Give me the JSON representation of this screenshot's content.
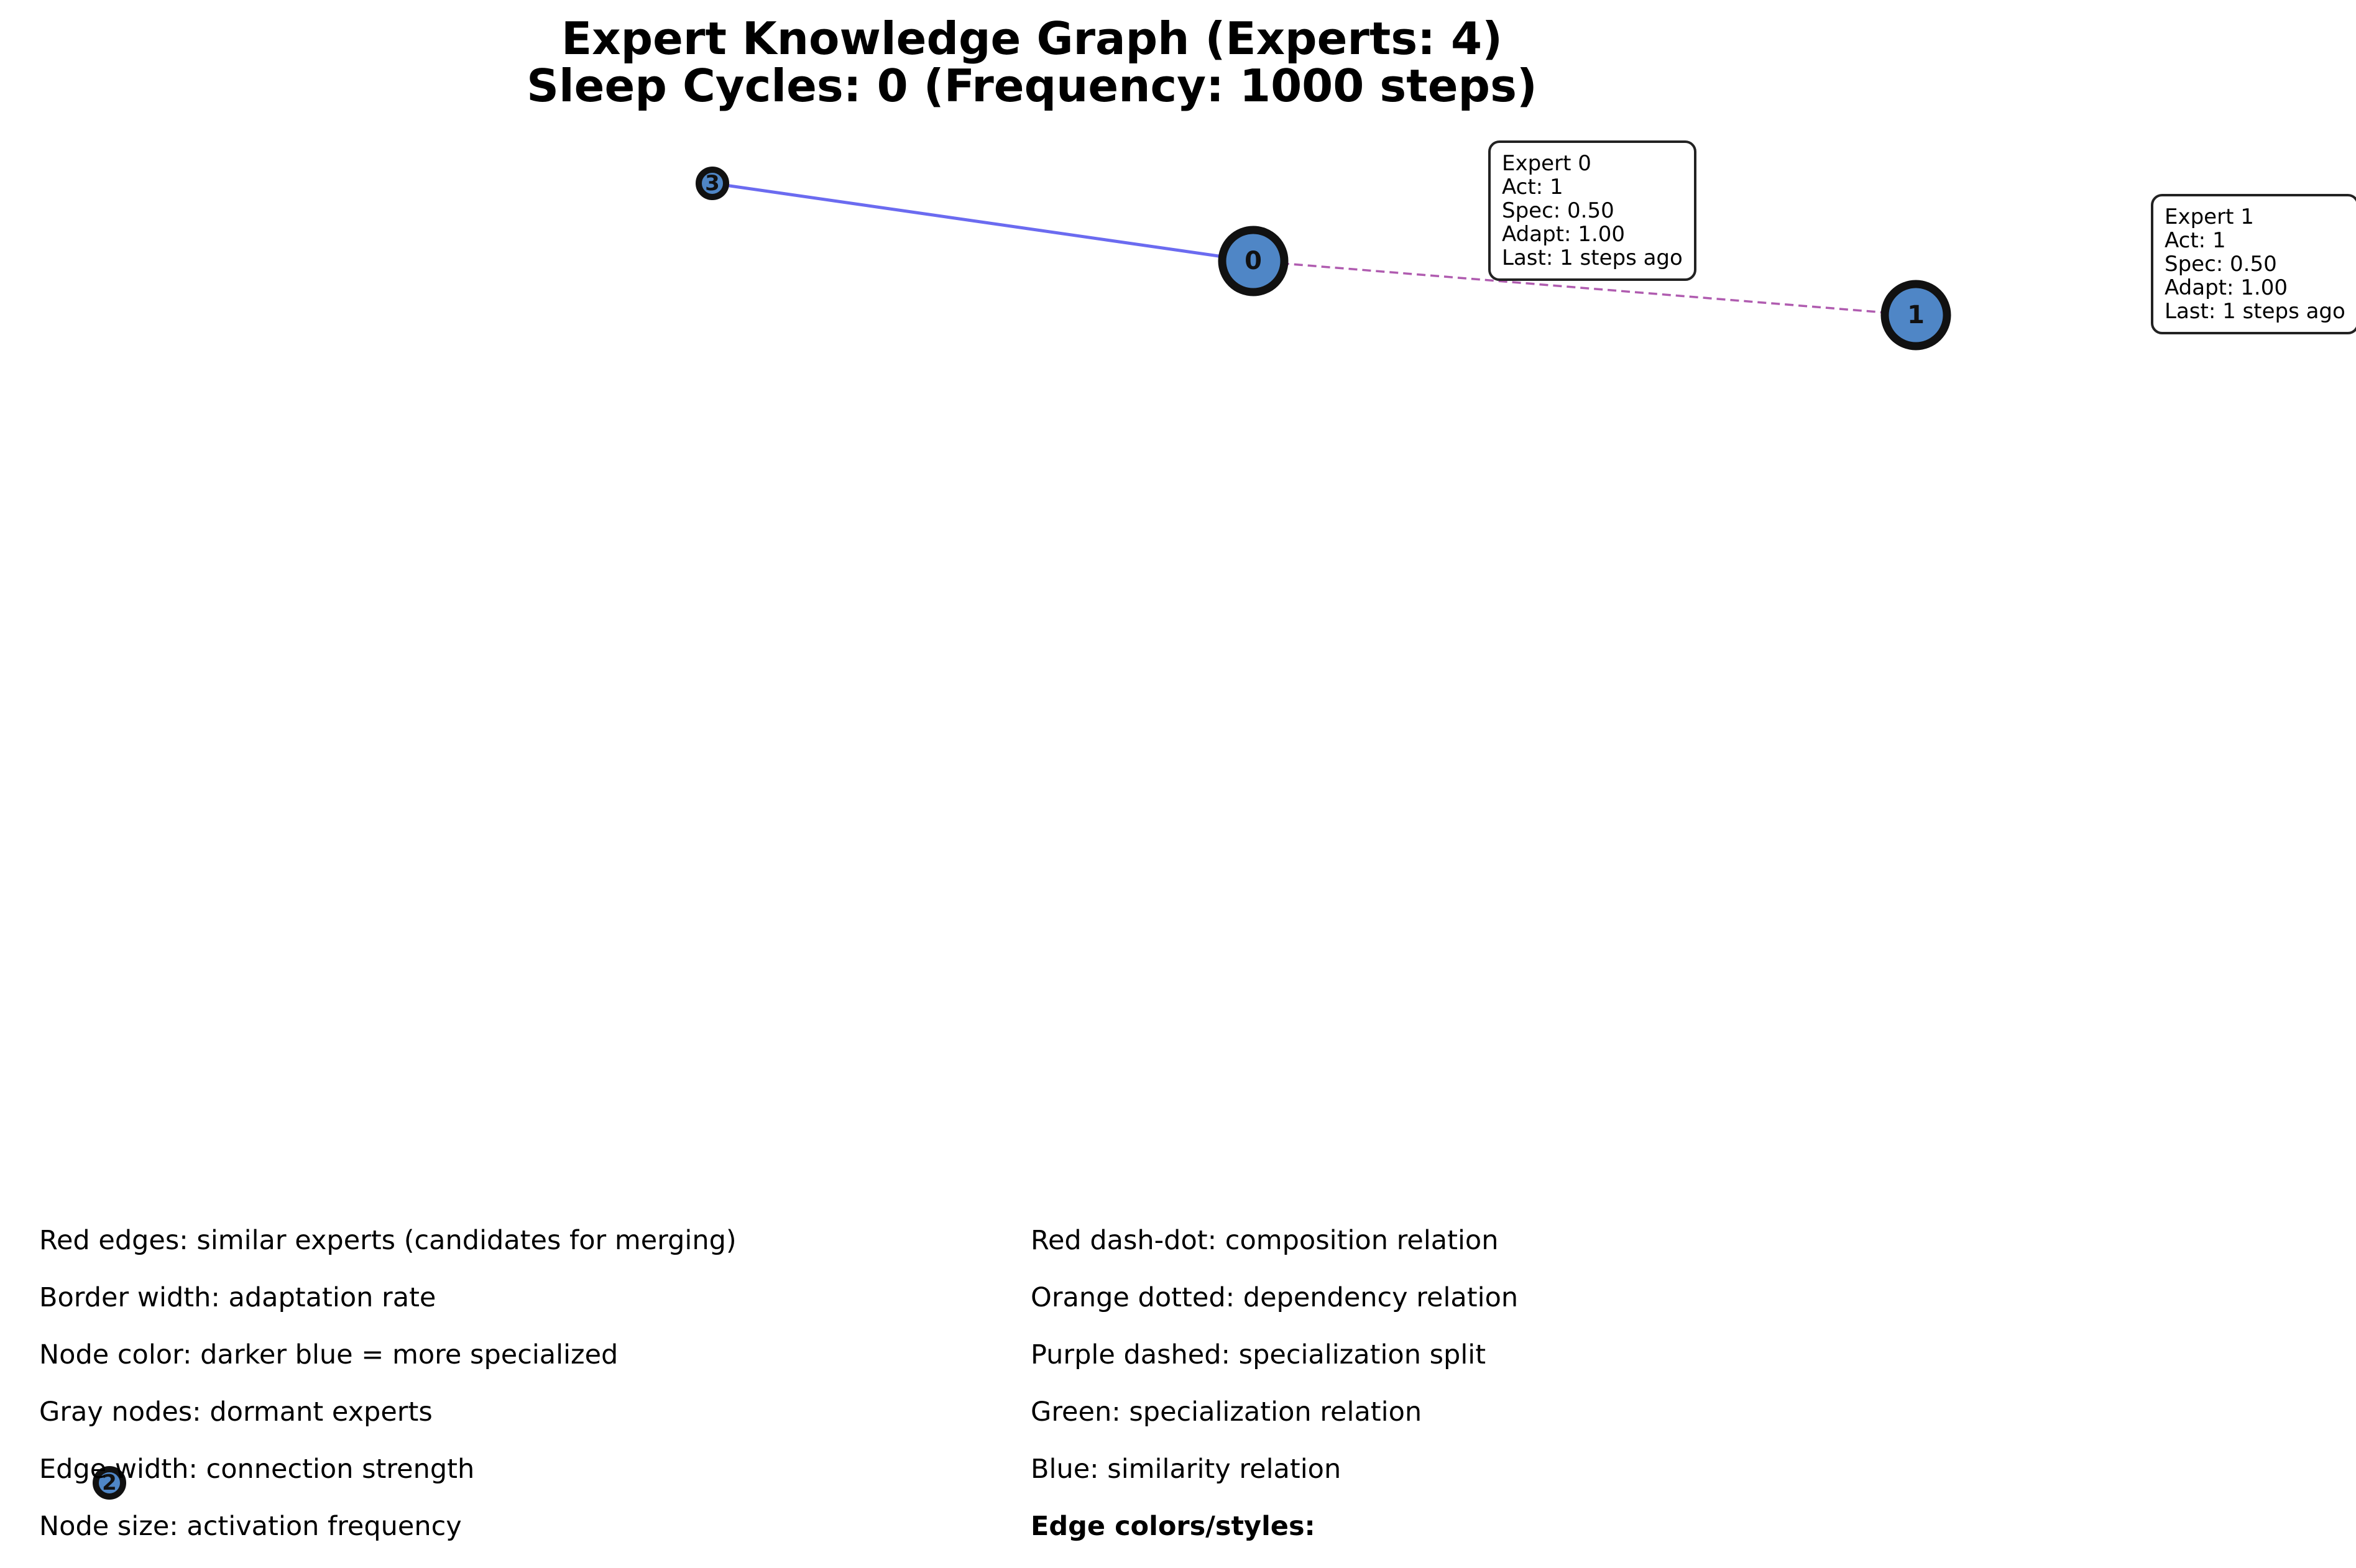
{
  "title": {
    "line1": "Expert Knowledge Graph (Experts: 4)",
    "line2": "Sleep Cycles: 0 (Frequency: 1000 steps)"
  },
  "graph": {
    "node_fill": "#4f86c6",
    "node_border": "#111111",
    "nodes": [
      {
        "id": "0",
        "label": "0"
      },
      {
        "id": "1",
        "label": "1"
      },
      {
        "id": "2",
        "label": "2"
      },
      {
        "id": "3",
        "label": "3"
      }
    ],
    "edges": [
      {
        "from": "3",
        "to": "0",
        "style": "solid",
        "color": "#6b6bf0",
        "meaning": "Blue: similarity relation"
      },
      {
        "from": "0",
        "to": "1",
        "style": "dashed",
        "color": "#b05cb0",
        "meaning": "Purple dashed: specialization split"
      }
    ],
    "info_boxes": [
      {
        "expert": "Expert 0",
        "act": "Act: 1",
        "spec": "Spec: 0.50",
        "adapt": "Adapt: 1.00",
        "last": "Last: 1 steps ago"
      },
      {
        "expert": "Expert 1",
        "act": "Act: 1",
        "spec": "Spec: 0.50",
        "adapt": "Adapt: 1.00",
        "last": "Last: 1 steps ago"
      }
    ]
  },
  "legend": {
    "left": [
      "Red edges: similar experts (candidates for merging)",
      "Border width: adaptation rate",
      "Node color: darker blue = more specialized",
      "Gray nodes: dormant experts",
      "Edge width: connection strength",
      "Node size: activation frequency"
    ],
    "right": [
      "Red dash-dot: composition relation",
      "Orange dotted: dependency relation",
      "Purple dashed: specialization split",
      "Green: specialization relation",
      "Blue: similarity relation",
      "Edge colors/styles:"
    ]
  }
}
